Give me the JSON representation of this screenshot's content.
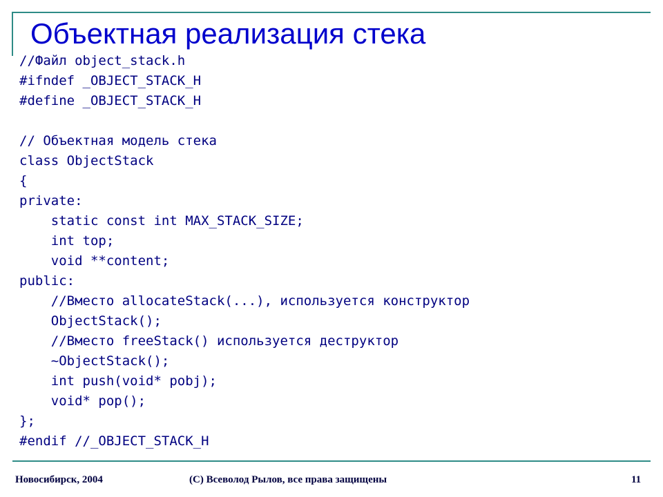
{
  "slide": {
    "title": "Объектная реализация стека",
    "code_lines": [
      "//Файл object_stack.h",
      "#ifndef _OBJECT_STACK_H",
      "#define _OBJECT_STACK_H",
      "",
      "// Объектная модель стека",
      "class ObjectStack",
      "{",
      "private:",
      "    static const int MAX_STACK_SIZE;",
      "    int top;",
      "    void **content;",
      "public:",
      "    //Вместо allocateStack(...), используется конструктор",
      "    ObjectStack();",
      "    //Вместо freeStack() используется деструктор",
      "    ~ObjectStack();",
      "    int push(void* pobj);",
      "    void* pop();",
      "};",
      "#endif //_OBJECT_STACK_H"
    ]
  },
  "footer": {
    "location_date": "Новосибирск, 2004",
    "copyright": "(C) Всеволод Рылов, все права защищены",
    "page_number": "11"
  },
  "colors": {
    "title": "#0000cc",
    "code": "#000080",
    "accent_lines": "#2e8b86",
    "footer": "#000040"
  }
}
